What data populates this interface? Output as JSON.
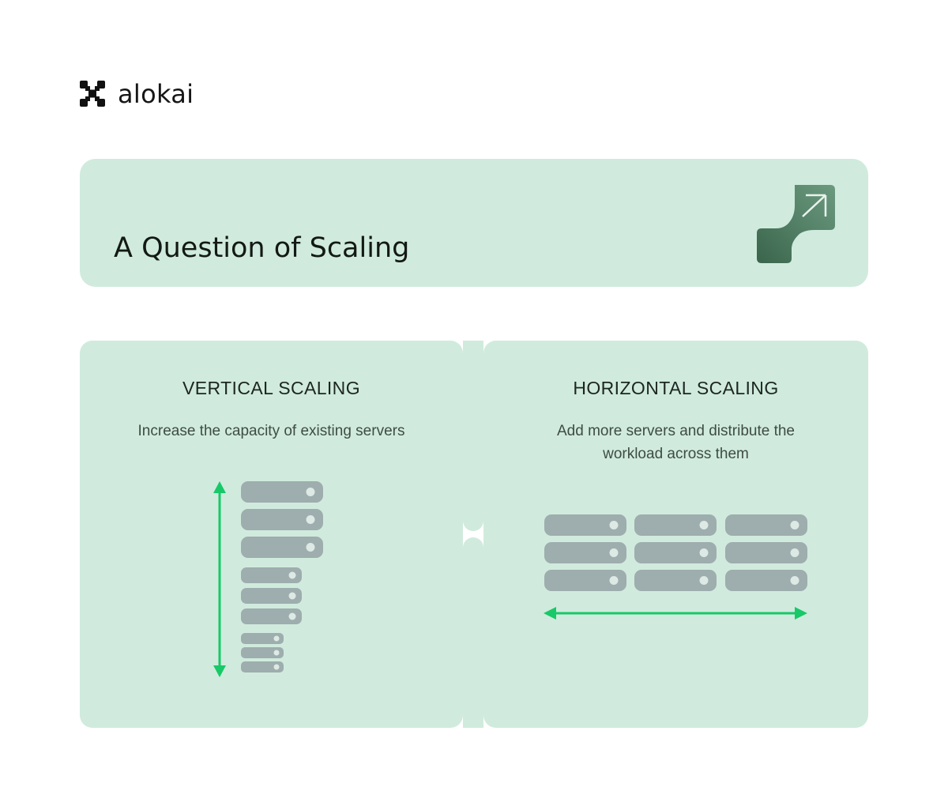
{
  "brand": {
    "name": "alokai",
    "icon": "alokai-logo-mark"
  },
  "banner": {
    "title": "A Question of Scaling",
    "icon": "scale-up-arrow-icon"
  },
  "vertical": {
    "title": "VERTICAL SCALING",
    "description": "Increase the capacity of existing servers",
    "arrow": "vertical-double-arrow-icon",
    "server_groups": [
      {
        "size": "large",
        "count": 3
      },
      {
        "size": "medium",
        "count": 3
      },
      {
        "size": "small",
        "count": 3
      }
    ]
  },
  "horizontal": {
    "title": "HORIZONTAL SCALING",
    "description": "Add more servers and distribute the workload across them",
    "arrow": "horizontal-double-arrow-icon",
    "server_grid": {
      "columns": 3,
      "rows": 3
    }
  },
  "colors": {
    "panel": "#d0ebdd",
    "server": "#9eadad",
    "arrow": "#17c968",
    "icon_dark": "#3f6b52",
    "icon_light": "#5f9075"
  }
}
